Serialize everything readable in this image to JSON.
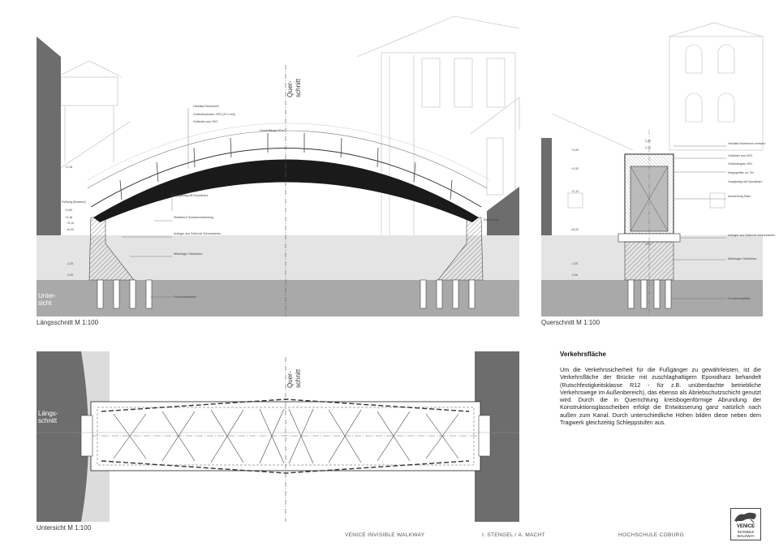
{
  "views": {
    "laengsschnitt": {
      "caption": "Längsschnitt M 1:100",
      "section_mark": "Quer-\nschnitt",
      "untersicht_mark": "Unter-\nsicht",
      "annotations": [
        "Handlauf Aluminium",
        "Geländerpfosten VSG (20 x mm)",
        "Geländer aus VSG",
        "Gesamtlänge 40 m",
        "Gangbelag mit Epoxidharz",
        "Stahlblech Schraubverbindung",
        "Auflager aus Stahl mit Schraubanker",
        "Widerlager Stahlbeton",
        "Fundamentpfähle",
        "Fußweg (Bestand)",
        "Rand Kanal"
      ],
      "levels": [
        "+2,16",
        "+0,60",
        "+0,18",
        "+0,10",
        "±0,00",
        "-1,20",
        "-2,00"
      ]
    },
    "querschnitt": {
      "caption": "Querschnitt M 1:100",
      "annotations": [
        "Handlauf Aluminium schwarz",
        "Geländer aus VSG",
        "Geländerglas VSG",
        "Wegegefälle ca. 3%",
        "Gangbelag mit Epoxidharz",
        "Aussteifung Stahl",
        "Auflager aus Stahl mit Schraubanker",
        "Widerlager Stahlbeton",
        "Fundamentpfähle"
      ],
      "levels": [
        "+3,00",
        "+2,92",
        "+2,12",
        "±0,00",
        "-1,20",
        "-2,00"
      ],
      "dims": [
        "2,20",
        "2,10",
        "2,50"
      ]
    },
    "untersicht": {
      "caption": "Untersicht M 1:100",
      "section_mark": "Quer-\nschnitt",
      "laengsschnitt_mark": "Längs-\nschnitt"
    }
  },
  "text": {
    "title": "Verkehrsfläche",
    "body": "Um die Verkehrssicherheit für die Fußgänger zu gewährleisten, ist die Verkehrsfläche der Brücke mit zuschlaghaltigem Epoxidharz behandelt (Rutschfestigkeitsklasse R12 - für z.B. unüberdachte betriebliche Verkehrswege im Außenbereich), das ebenso als Abriebschutzschicht genutzt wird. Durch die in Querrichtung kreisbogenförmige Abrundung der Konstruktionsglasscheiben erfolgt die Entwässerung ganz natürlich nach außen zum Kanal. Durch unterschiedliche Höhen bilden diese neben dem Tragwerk gleichzeitig Schleppstufen aus."
  },
  "footer": {
    "project": "VENICE INVISIBLE WALKWAY",
    "authors": "I. STENGEL / A. MACHT",
    "school": "HOCHSCHULE COBURG"
  },
  "logo": {
    "line1": "VENICE",
    "line2": "INVISIBLE",
    "line3": "WALKWAY"
  },
  "colors": {
    "wall": "#6d6d6d",
    "arch": "#1a1a1a",
    "ground": "#a9a9a9",
    "water": "#e4e4e4"
  }
}
